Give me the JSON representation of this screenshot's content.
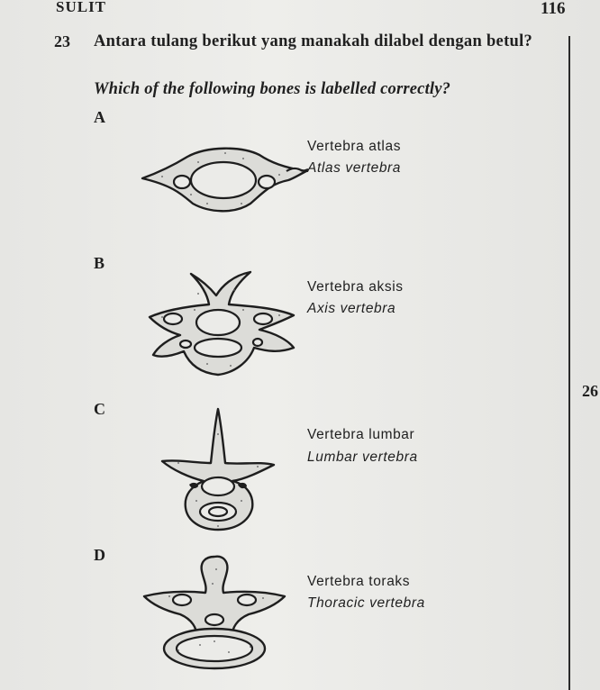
{
  "header": {
    "left": "SULIT",
    "right": "116"
  },
  "question": {
    "number": "23",
    "text_ms": "Antara tulang berikut yang manakah dilabel dengan betul?",
    "text_en": "Which of the following bones is labelled correctly?"
  },
  "margin_number": "26",
  "options": [
    {
      "letter": "A",
      "label_ms": "Vertebra atlas",
      "label_en": "Atlas vertebra"
    },
    {
      "letter": "B",
      "label_ms": "Vertebra aksis",
      "label_en": "Axis vertebra"
    },
    {
      "letter": "C",
      "label_ms": "Vertebra lumbar",
      "label_en": "Lumbar vertebra"
    },
    {
      "letter": "D",
      "label_ms": "Vertebra toraks",
      "label_en": "Thoracic vertebra"
    }
  ]
}
